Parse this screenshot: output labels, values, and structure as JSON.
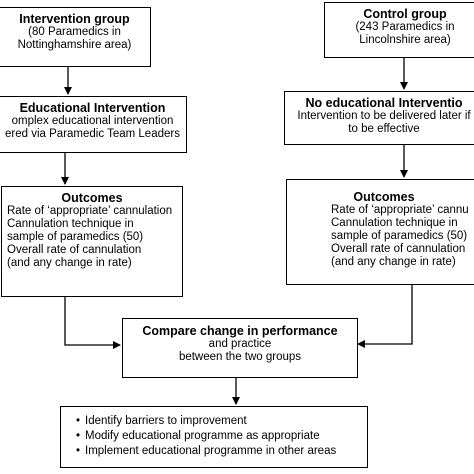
{
  "intervention_group": {
    "title": "Intervention group",
    "lines": [
      "(80 Paramedics in",
      "Nottinghamshire area)"
    ]
  },
  "control_group": {
    "title": "Control group",
    "lines": [
      "(243 Paramedics in",
      "Lincolnshire area)"
    ]
  },
  "educational_intervention": {
    "title": "Educational Intervention",
    "lines": [
      "omplex educational intervention",
      "ered via Paramedic Team Leaders"
    ]
  },
  "no_educational_intervention": {
    "title": "No educational Interventio",
    "lines": [
      "Intervention to be delivered later if",
      "to be effective"
    ]
  },
  "outcomes_left": {
    "title": "Outcomes",
    "lines": [
      "Rate of ‘appropriate’ cannulation",
      "Cannulation technique in",
      "sample of paramedics (50)",
      "Overall rate of cannulation",
      "(and any change in rate)"
    ]
  },
  "outcomes_right": {
    "title": "Outcomes",
    "lines": [
      "Rate of ‘appropriate’ cannu",
      "Cannulation technique in",
      "sample of paramedics (50)",
      "Overall rate of cannulation",
      "(and any change in rate)"
    ]
  },
  "compare": {
    "title": "Compare change in performance",
    "lines": [
      "and practice",
      "between the two groups"
    ]
  },
  "actions": {
    "bullet": "•",
    "items": [
      "Identify barriers to improvement",
      "Modify educational programme as appropriate",
      "Implement educational programme in other areas"
    ]
  }
}
